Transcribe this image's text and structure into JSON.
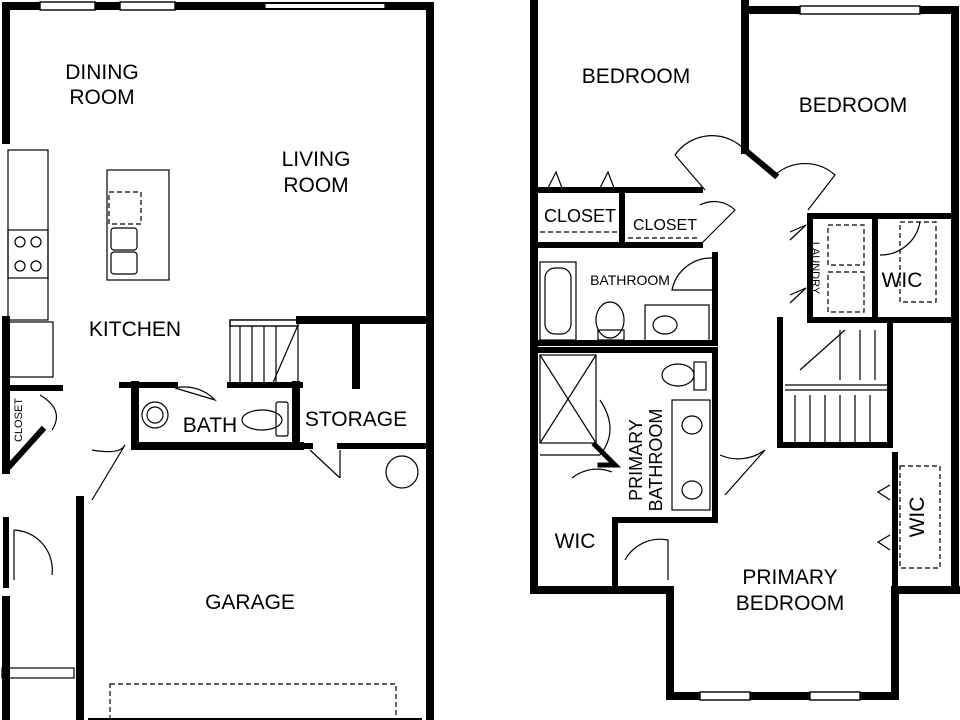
{
  "first_floor": {
    "rooms": {
      "dining_line1": "DINING",
      "dining_line2": "ROOM",
      "living_line1": "LIVING",
      "living_line2": "ROOM",
      "kitchen": "KITCHEN",
      "closet": "CLOSET",
      "bath": "BATH",
      "storage": "STORAGE",
      "garage": "GARAGE"
    }
  },
  "second_floor": {
    "rooms": {
      "bedroom_left": "BEDROOM",
      "bedroom_right": "BEDROOM",
      "closet_left": "CLOSET",
      "closet_right": "CLOSET",
      "bathroom": "BATHROOM",
      "laundry": "LAUNDRY",
      "wic_upper": "WIC",
      "primary_bath_line1": "PRIMARY",
      "primary_bath_line2": "BATHROOM",
      "wic_lower_left": "WIC",
      "wic_lower_right": "WIC",
      "primary_bed_line1": "PRIMARY",
      "primary_bed_line2": "BEDROOM"
    }
  }
}
